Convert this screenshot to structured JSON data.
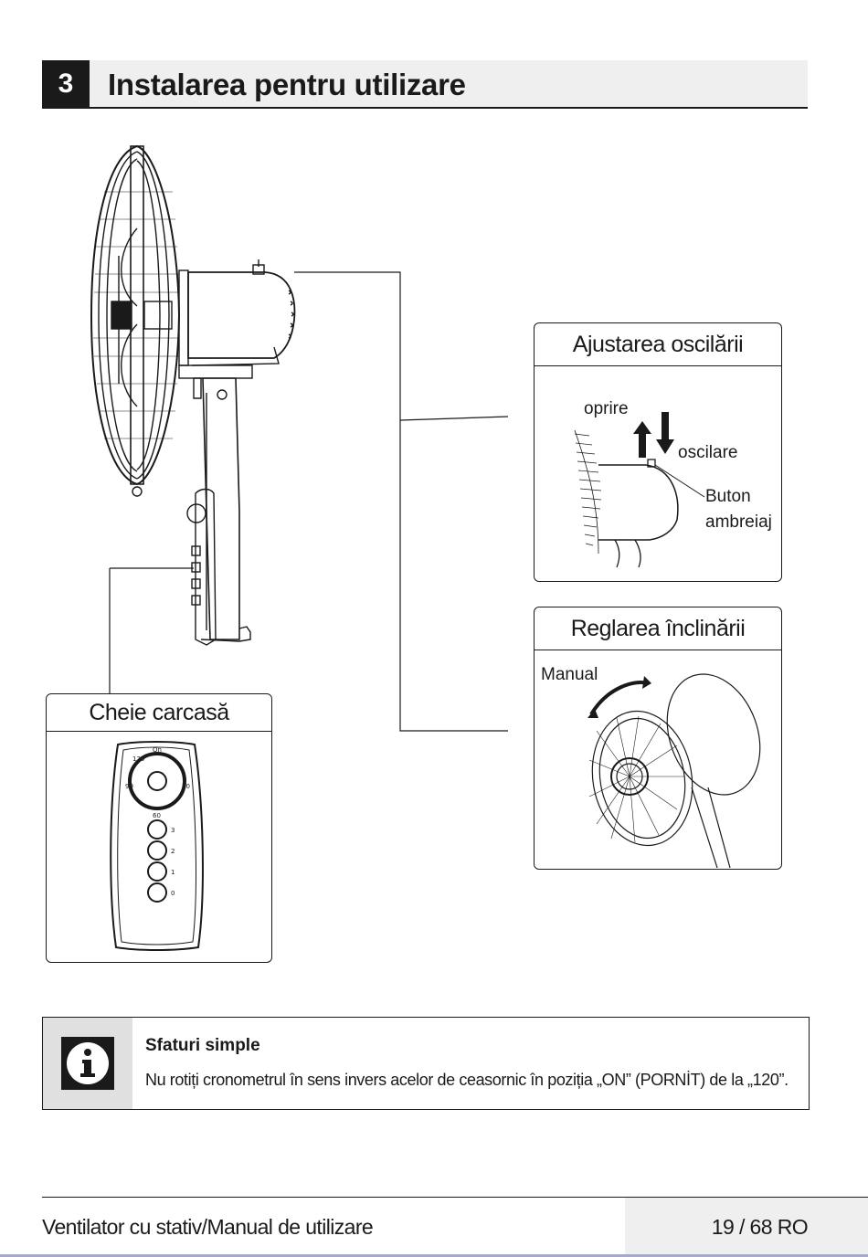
{
  "section": {
    "number": "3",
    "title": "Instalarea pentru utilizare"
  },
  "diagram": {
    "oscillation_box": {
      "title": "Ajustarea oscilării",
      "label_stop": "oprire",
      "label_oscillate": "oscilare",
      "label_button_line1": "Buton",
      "label_button_line2": "ambreiaj"
    },
    "tilt_box": {
      "title": "Reglarea înclinării",
      "label_manual": "Manual"
    },
    "control_box": {
      "title": "Cheie carcasă",
      "dial_labels": [
        "On",
        "120",
        "90",
        "60",
        "30"
      ],
      "speed_labels": [
        "3",
        "2",
        "1",
        "0"
      ]
    }
  },
  "tip": {
    "icon": "info-icon",
    "heading": "Sfaturi simple",
    "text": "Nu rotiți cronometrul în sens invers acelor de ceasornic în poziția „ON” (PORNİT) de la „120”."
  },
  "footer": {
    "left": "Ventilator cu stativ/Manual de utilizare",
    "page": "19 / 68 RO"
  }
}
